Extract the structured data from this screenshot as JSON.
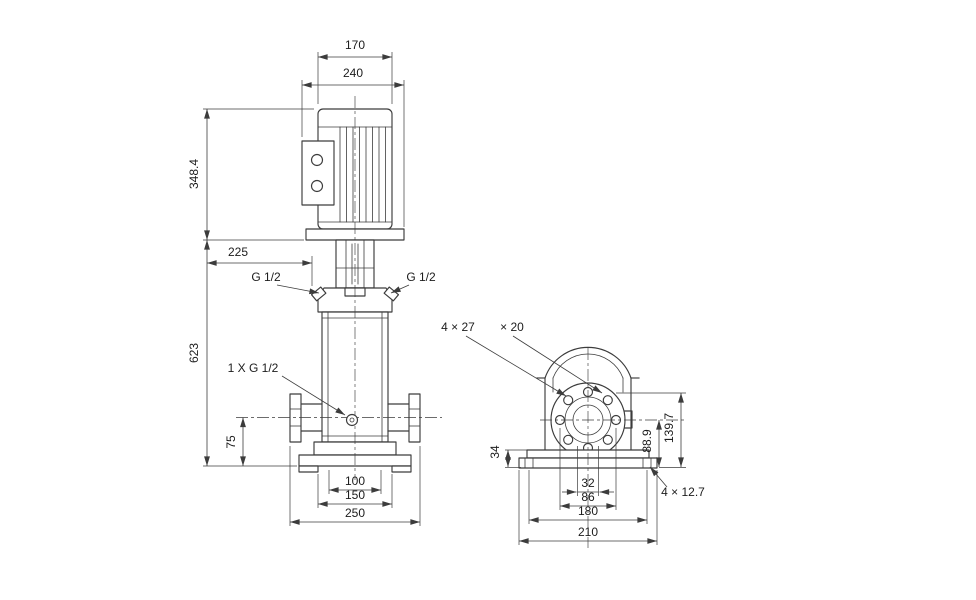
{
  "meta": {
    "bg": "#ffffff",
    "ink": "#3c3c3c",
    "text": "#1c1c1c"
  },
  "front": {
    "dim_fan_width": "170",
    "dim_motor_depth": "240",
    "dim_motor_height": "348.4",
    "dim_clearance": "225",
    "dim_pump_length": "623",
    "dim_port_height": "75",
    "label_plug_left": "G 1/2",
    "label_plug_right": "G 1/2",
    "label_drain": "1 X G 1/2",
    "dim_base_holes": "100",
    "dim_base_feet": "150",
    "dim_port_to_port": "250"
  },
  "end": {
    "label_slots": "4 × 27",
    "label_slot_depth": "× 20",
    "dim_foot_height": "34",
    "dim_port_cl_height": "88.9",
    "dim_top_height": "139.7",
    "dim_hole_gap": "32",
    "dim_bolt_span": "86",
    "dim_hole_span": "180",
    "dim_base_width": "210",
    "label_base_holes": "4 × 12.7"
  }
}
